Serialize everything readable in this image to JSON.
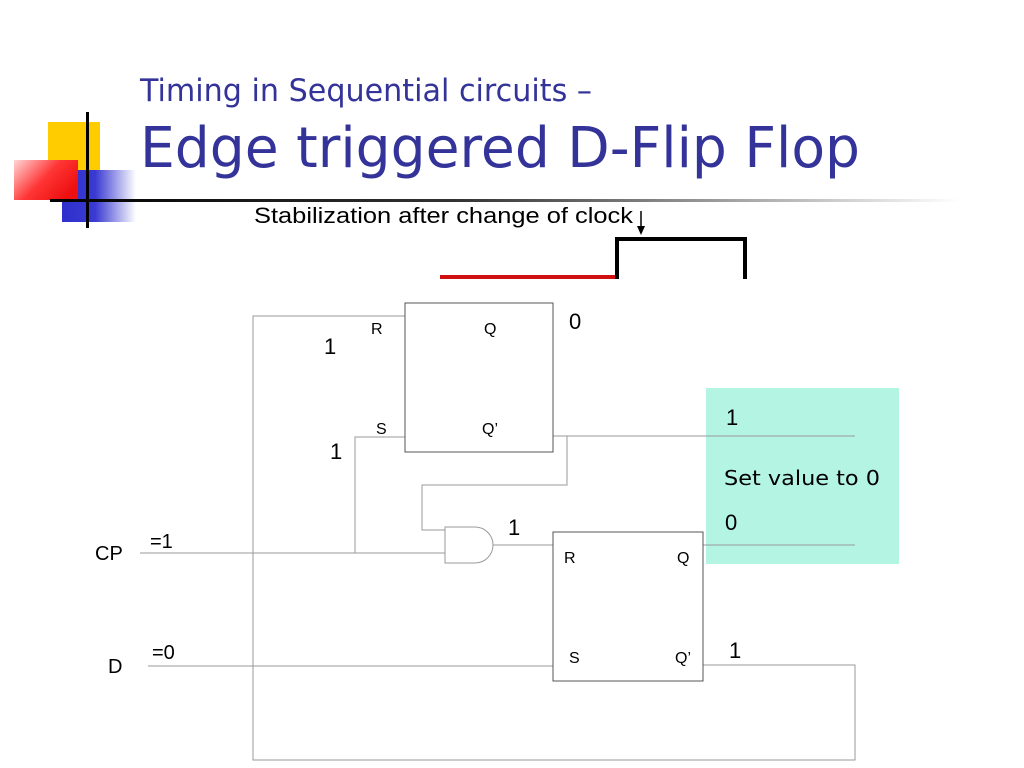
{
  "slide": {
    "title_line1": "Timing in Sequential circuits –",
    "title_line2": "Edge triggered D-Flip Flop",
    "colors": {
      "title": "#333399",
      "note_box": "#B4F4E2",
      "note_value": "#2E8B57",
      "clock_low": "#D01010"
    }
  },
  "diagram": {
    "clock_note": "Stabilization after change of clock",
    "clock_marker_icon": "down-arrow-icon",
    "flip_flop_1": {
      "r_label": "R",
      "q_label": "Q",
      "s_label": "S",
      "q_bar_label": "Q’",
      "q_value": "0",
      "r_value": "1",
      "s_value": "1"
    },
    "and_gate": {
      "output_value": "1"
    },
    "flip_flop_2": {
      "r_label": "R",
      "q_label": "Q",
      "s_label": "S",
      "q_bar_label": "Q’",
      "q_bar_value": "1"
    },
    "inputs": {
      "cp_label": "CP",
      "cp_value": "=1",
      "d_label": "D",
      "d_value": "=0"
    },
    "note_box": {
      "top_value": "1",
      "text": "Set value to 0",
      "bottom_value": "0"
    }
  }
}
